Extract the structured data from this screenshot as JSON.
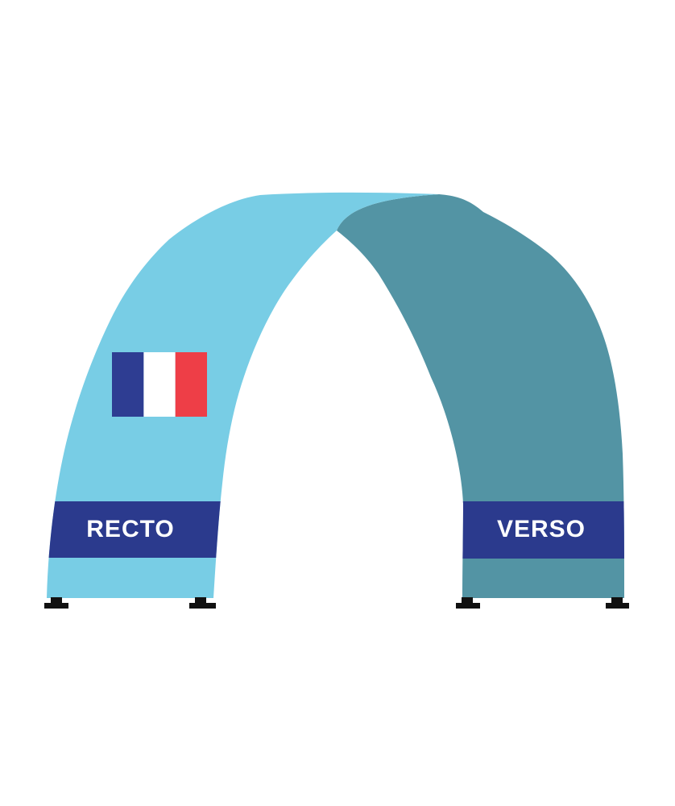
{
  "product_diagram": {
    "title": "inflatable-arch-recto-verso",
    "front": {
      "label": "RECTO"
    },
    "back": {
      "label": "VERSO"
    },
    "flag": {
      "name": "flag-of-france"
    },
    "colors": {
      "background": "#ffffff",
      "front_face": "#78CDE5",
      "back_face": "#5394A4",
      "label_band": "#2B3A8D",
      "label_text": "#FFFFFF",
      "flag_blue": "#2E3D92",
      "flag_white": "#FFFFFF",
      "flag_red": "#EE3E47",
      "feet": "#111111"
    }
  }
}
